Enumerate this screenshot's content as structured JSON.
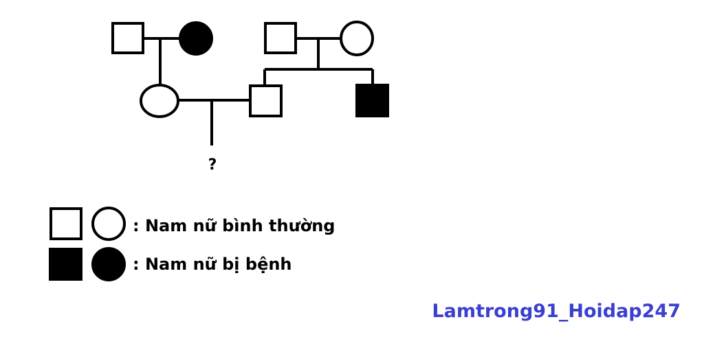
{
  "pedigree": {
    "unknown_child_label": "?",
    "individuals": [
      {
        "id": "gen1-left-male",
        "sex": "male",
        "affected": false
      },
      {
        "id": "gen1-left-female",
        "sex": "female",
        "affected": true
      },
      {
        "id": "gen1-right-male",
        "sex": "male",
        "affected": false
      },
      {
        "id": "gen1-right-female",
        "sex": "female",
        "affected": false
      },
      {
        "id": "gen2-female",
        "sex": "female",
        "affected": false
      },
      {
        "id": "gen2-male",
        "sex": "male",
        "affected": false
      },
      {
        "id": "gen2-affected-brother",
        "sex": "male",
        "affected": true
      }
    ]
  },
  "legend": {
    "normal_label": ": Nam nữ bình thường",
    "affected_label": ": Nam nữ bị bệnh"
  },
  "watermark": {
    "text": "Lamtrong91_Hoidap247",
    "color": "#3b3fd0"
  },
  "colors": {
    "line": "#000000",
    "fill_affected": "#000000",
    "fill_normal": "#ffffff"
  }
}
